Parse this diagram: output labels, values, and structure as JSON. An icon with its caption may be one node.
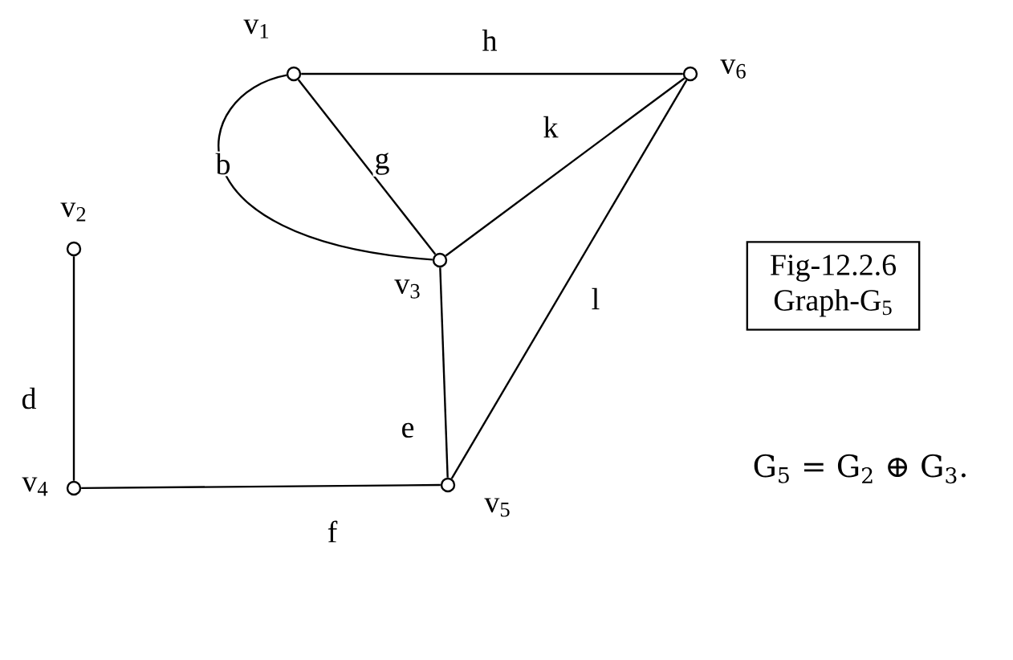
{
  "diagram": {
    "nodes": [
      {
        "text": [
          "v$_{1}$"
        ]
      },
      {
        "text": [
          "v$_{2}$"
        ]
      },
      {
        "text": [
          "v$_{3}$"
        ]
      },
      {
        "text": [
          "v$_{4}$"
        ]
      },
      {
        "text": [
          "v$_{5}$"
        ]
      },
      {
        "text": [
          "v$_{6}$"
        ]
      },
      {
        "text": [
          "Fig-12.2.6",
          "Graph-G$_{5}$"
        ]
      }
    ],
    "edges": [
      {
        "from": 0,
        "to": 5,
        "arrow": "none",
        "label": "h"
      },
      {
        "from": 0,
        "to": 2,
        "arrow": "none",
        "label": "b"
      },
      {
        "from": 0,
        "to": 2,
        "arrow": "none",
        "label": "g"
      },
      {
        "from": 2,
        "to": 5,
        "arrow": "none",
        "label": "k"
      },
      {
        "from": 5,
        "to": 4,
        "arrow": "none",
        "label": "l"
      },
      {
        "from": 2,
        "to": 4,
        "arrow": "none",
        "label": "e"
      },
      {
        "from": 1,
        "to": 3,
        "arrow": "none",
        "label": "d"
      },
      {
        "from": 3,
        "to": 4,
        "arrow": "none",
        "label": "f"
      }
    ],
    "labels": [
      "G$_{5}$ = G$_{2}$ ⊕ G$_{3}$."
    ]
  }
}
